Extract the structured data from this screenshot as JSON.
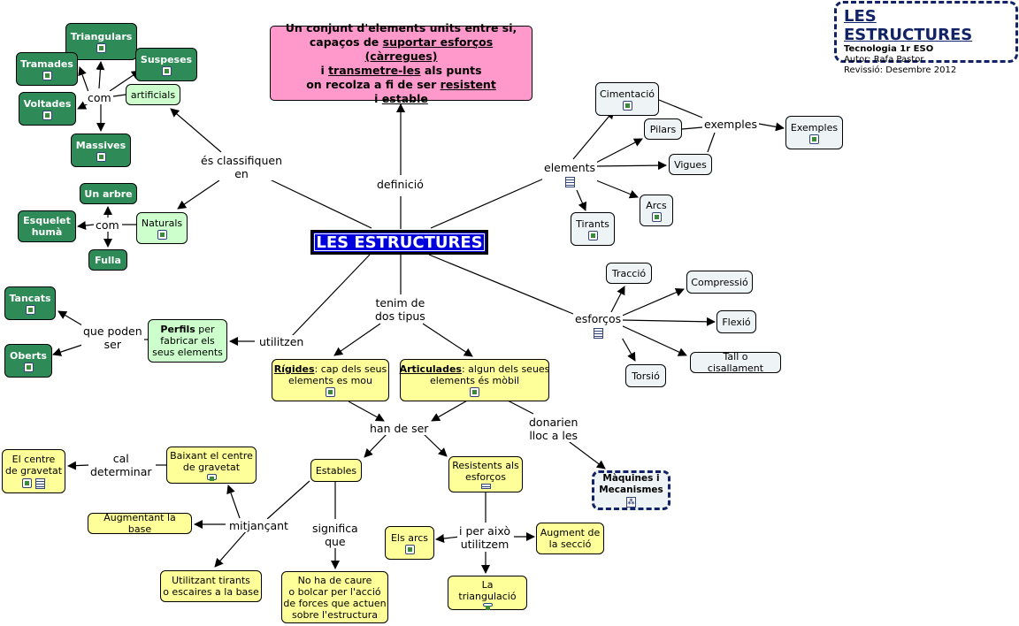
{
  "header": {
    "title": "LES ESTRUCTURES",
    "subtitle": "Tecnologia 1r ESO",
    "author": "Autor: Rafa Pastor",
    "revision": "Revissió: Desembre 2012"
  },
  "root": "LES ESTRUCTURES",
  "definition": {
    "l1": "Un conjunt d'elements units entre si,",
    "l2a": "capaços de ",
    "l2b": "suportar esforços (càrregues)",
    "l3a": "i ",
    "l3b": "transmetre-les",
    "l3c": " als punts",
    "l4a": "on recolza a fi de ser ",
    "l4b": "resistent",
    "l5a": "i ",
    "l5b": "estable"
  },
  "links": {
    "definicio": "definició",
    "classifiquen": "és classifiquen\nen",
    "com1": "com",
    "com2": "com",
    "elements": "elements",
    "exemples": "exemples",
    "tenim": "tenim de\ndos tipus",
    "esforcos": "esforços",
    "utilitzen": "utilitzen",
    "quepoden": "que poden\nser",
    "handeser": "han de ser",
    "donarien": "donarien\nlloc a les",
    "caldeterminar": "cal\ndeterminar",
    "mitjancant": "mitjançant",
    "significa": "significa\nque",
    "iperaixo": "i per això\nutilitzem"
  },
  "artificials": {
    "label": "artificials",
    "items": [
      "Triangulars",
      "Tramades",
      "Suspeses",
      "Voltades",
      "Massives"
    ]
  },
  "naturals": {
    "label": "Naturals",
    "items": [
      "Un arbre",
      "Esquelet\nhumà",
      "Fulla"
    ]
  },
  "elements": {
    "items": [
      "Cimentació",
      "Pilars",
      "Vigues",
      "Arcs",
      "Tirants"
    ],
    "exemples": "Exemples"
  },
  "esforcos": {
    "items": [
      "Tracció",
      "Compressió",
      "Flexió",
      "Tall o cisallament",
      "Torsió"
    ]
  },
  "perfils": {
    "bold": "Perfils",
    "rest": " per\nfabricar els\nseus elements",
    "items": [
      "Tancats",
      "Oberts"
    ]
  },
  "rigides": {
    "bold": "Rígides",
    "rest": ": cap dels seus\nelements es mou"
  },
  "articulades": {
    "bold": "Articulades",
    "rest": ": algun dels seues\nelements és mòbil"
  },
  "mecanismes": "Màquines i\nMecanismes",
  "estables": {
    "label": "Estables",
    "baixant": "Baixant el centre\nde gravetat",
    "centre": "El centre\nde gravetat",
    "augmentant": "Augmentant la base",
    "tirants": "Utilitzant tirants\no escaires a la base",
    "caure": "No ha de caure\no bolcar per l'acció\nde forces que actuen\nsobre l'estructura"
  },
  "resistents": {
    "label": "Resistents als\nesforços",
    "arcs": "Els arcs",
    "seccio": "Augment de\nla secció",
    "triangulacio": "La triangulació"
  }
}
